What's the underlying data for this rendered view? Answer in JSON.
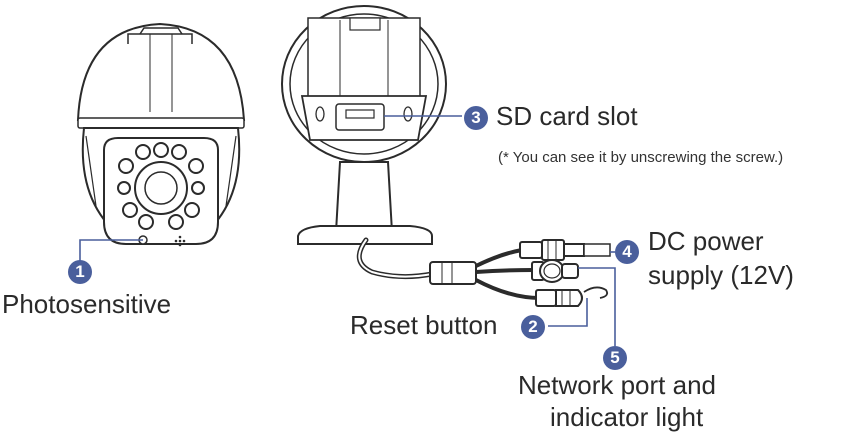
{
  "callouts": [
    {
      "number": "1",
      "label": "Photosensitive"
    },
    {
      "number": "2",
      "label": "Reset button"
    },
    {
      "number": "3",
      "label": "SD card slot",
      "note": "(* You can see it by unscrewing the screw.)"
    },
    {
      "number": "4",
      "label_line1": "DC power",
      "label_line2": "supply (12V)"
    },
    {
      "number": "5",
      "label_line1": "Network port and",
      "label_line2": "indicator light"
    }
  ],
  "colors": {
    "badge": "#4a5f9c",
    "leader_line": "#4a5f9c",
    "outline": "#2b2b2b"
  }
}
